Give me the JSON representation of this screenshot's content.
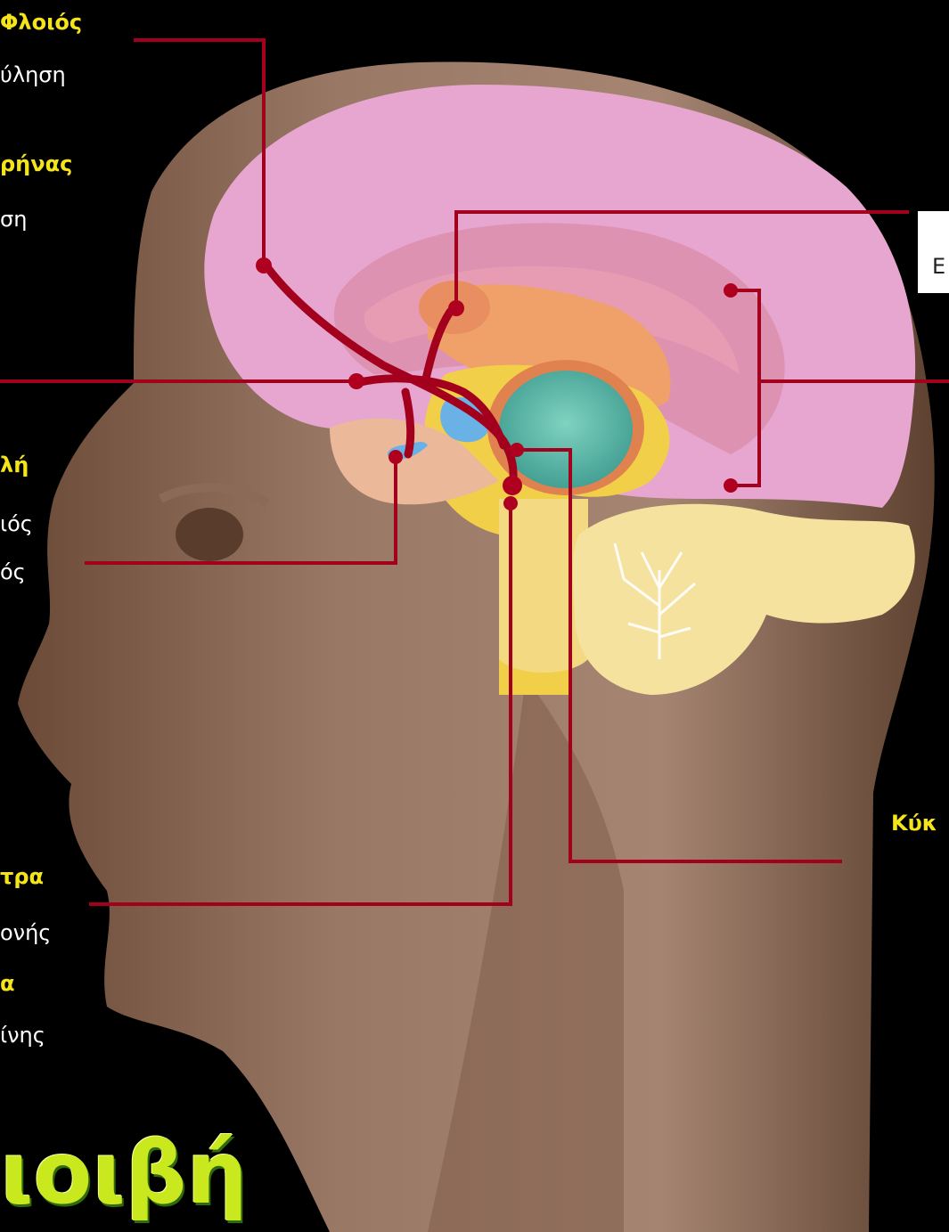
{
  "labels": {
    "cortex_title": "Φλοιός",
    "cortex_desc": "ύληση",
    "nucleus_title": "ρήνας",
    "nucleus_desc": "ση",
    "hypo_title": "λή",
    "hypo_line1": "ιός",
    "hypo_line2": "ός",
    "vta_title": "τρα",
    "vta_desc": "ονής",
    "sn_title": "α",
    "sn_desc": "ίνης",
    "right_partial": "Ε",
    "right_bottom": "Κύκ",
    "big_title": "ιοιβή"
  },
  "colors": {
    "background": "#000000",
    "label_highlight": "#f4e51a",
    "label_text": "#ffffff",
    "pathway": "#a3001e",
    "cortex": "#e7a6cf",
    "title": "#c9e81e"
  }
}
